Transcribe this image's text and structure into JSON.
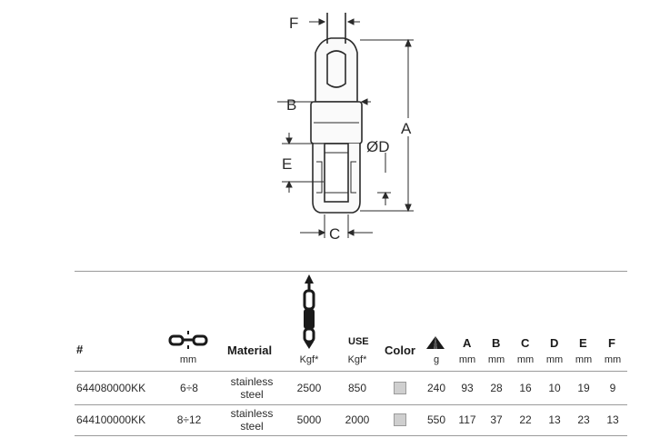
{
  "drawing": {
    "labels": {
      "F": "F",
      "B": "B",
      "D": "ØD",
      "A": "A",
      "E": "E",
      "C": "C"
    }
  },
  "table": {
    "headers": {
      "number": "#",
      "chain_unit": "mm",
      "material": "Material",
      "kgf1_unit": "Kgf*",
      "use": "USE",
      "kgf2_unit": "Kgf*",
      "color": "Color",
      "weight_unit": "g",
      "A": "A",
      "A_unit": "mm",
      "B": "B",
      "B_unit": "mm",
      "C": "C",
      "C_unit": "mm",
      "D": "D",
      "D_unit": "mm",
      "E": "E",
      "E_unit": "mm",
      "F": "F",
      "F_unit": "mm"
    },
    "rows": [
      {
        "code": "644080000KK",
        "chain": "6÷8",
        "material_1": "stainless",
        "material_2": "steel",
        "breaking": "2500",
        "use": "850",
        "color": "#cfcfcf",
        "weight": "240",
        "A": "93",
        "B": "28",
        "C": "16",
        "D": "10",
        "E": "19",
        "F": "9"
      },
      {
        "code": "644100000KK",
        "chain": "8÷12",
        "material_1": "stainless",
        "material_2": "steel",
        "breaking": "5000",
        "use": "2000",
        "color": "#cfcfcf",
        "weight": "550",
        "A": "117",
        "B": "37",
        "C": "22",
        "D": "13",
        "E": "23",
        "F": "13"
      }
    ]
  }
}
